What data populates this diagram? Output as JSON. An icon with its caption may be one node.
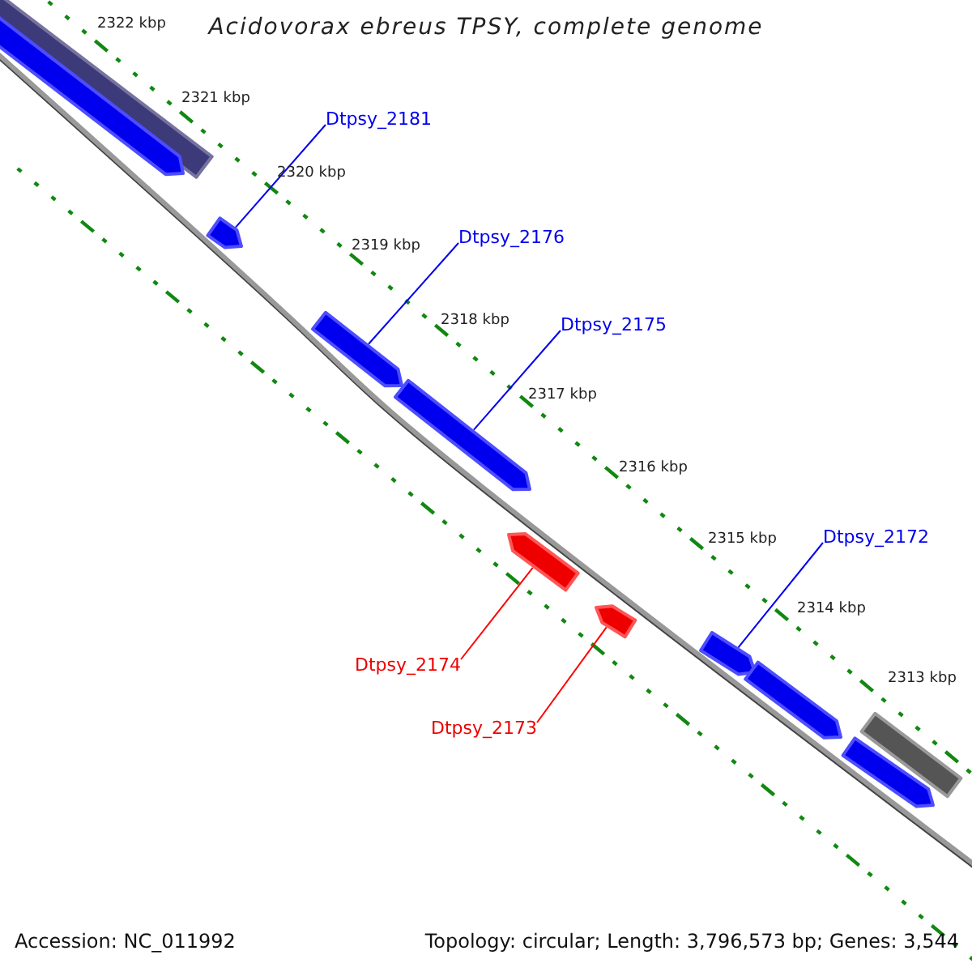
{
  "diagram": {
    "title": "Acidovorax ebreus TPSY, complete genome",
    "nodes": [
      {
        "text": [],
        "shape": "bar"
      },
      {
        "text": [],
        "shape": "arrow"
      },
      {
        "text": [],
        "shape": "arrow"
      },
      {
        "text": [],
        "shape": "arrow"
      },
      {
        "text": [],
        "shape": "arrow"
      },
      {
        "text": [],
        "shape": "arrow"
      },
      {
        "text": [],
        "shape": "arrow"
      },
      {
        "text": [],
        "shape": "arrow"
      },
      {
        "text": [],
        "shape": "arrow"
      },
      {
        "text": [],
        "shape": "arrow"
      },
      {
        "text": [],
        "shape": "bar"
      },
      {
        "text": [
          "Dtpsy_2181"
        ]
      },
      {
        "text": [
          "Dtpsy_2176"
        ]
      },
      {
        "text": [
          "Dtpsy_2175"
        ]
      },
      {
        "text": [
          "Dtpsy_2172"
        ]
      },
      {
        "text": [
          "Dtpsy_2174"
        ]
      },
      {
        "text": [
          "Dtpsy_2173"
        ]
      }
    ],
    "edges": [
      {
        "from": 11,
        "to": 2,
        "arrow": "none"
      },
      {
        "from": 12,
        "to": 3,
        "arrow": "none"
      },
      {
        "from": 13,
        "to": 4,
        "arrow": "none"
      },
      {
        "from": 14,
        "to": 7,
        "arrow": "none"
      },
      {
        "from": 15,
        "to": 5,
        "arrow": "none",
        "color": "#ff0000"
      },
      {
        "from": 16,
        "to": 6,
        "arrow": "none",
        "color": "#ff0000"
      }
    ],
    "labels": [
      "2322 kbp",
      "2321 kbp",
      "2320 kbp",
      "2319 kbp",
      "2318 kbp",
      "2317 kbp",
      "2316 kbp",
      "2315 kbp",
      "2314 kbp",
      "2313 kbp",
      "Accession: NC_011992",
      "Topology: circular; Length: 3,796,573 bp; Genes: 3,544"
    ]
  }
}
